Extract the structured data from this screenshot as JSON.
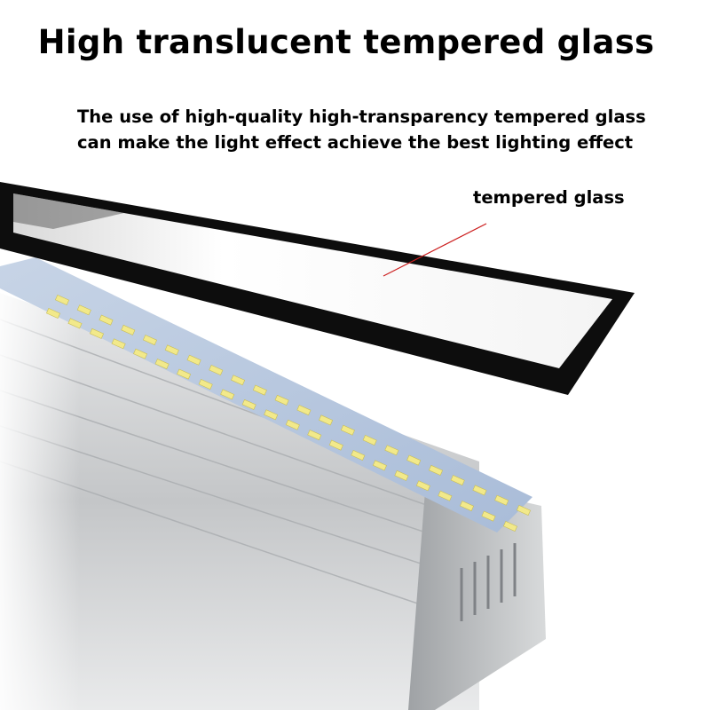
{
  "headline": "High translucent tempered glass",
  "description": {
    "line1": "The use of high-quality high-transparency tempered glass",
    "line2": "can make the light effect achieve the best lighting effect"
  },
  "callout_label": "tempered glass",
  "colors": {
    "background": "#ffffff",
    "text": "#000000",
    "glass_frame": "#0d0d0d",
    "leader_line": "#cc1f1f",
    "pcb_board": "#b8c8e0",
    "led_chip": "#f2e98a",
    "aluminum": "#c9cbcd"
  }
}
